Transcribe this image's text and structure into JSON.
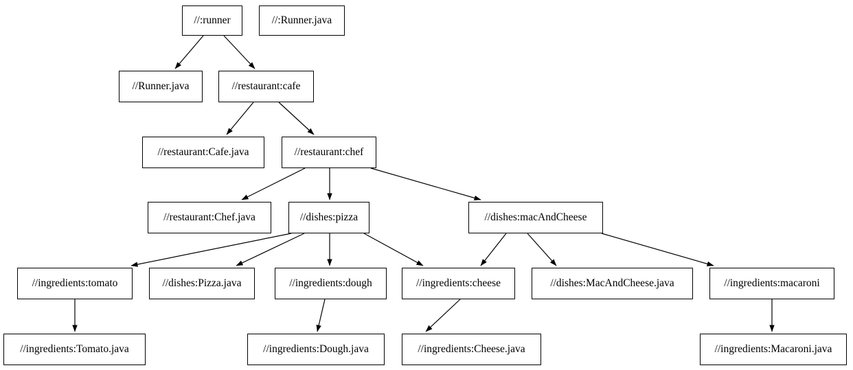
{
  "diagram": {
    "type": "dependency-graph",
    "background_color": "#ffffff",
    "node_fill_color": "#ffffff",
    "node_border_color": "#000000",
    "edge_color": "#000000",
    "nodes": [
      {
        "id": "runner",
        "label": "//:runner"
      },
      {
        "id": "colon-runner-java",
        "label": "//:Runner.java"
      },
      {
        "id": "runner-java",
        "label": "//Runner.java"
      },
      {
        "id": "cafe",
        "label": "//restaurant:cafe"
      },
      {
        "id": "cafe-java",
        "label": "//restaurant:Cafe.java"
      },
      {
        "id": "chef",
        "label": "//restaurant:chef"
      },
      {
        "id": "chef-java",
        "label": "//restaurant:Chef.java"
      },
      {
        "id": "pizza",
        "label": "//dishes:pizza"
      },
      {
        "id": "mac-and-cheese",
        "label": "//dishes:macAndCheese"
      },
      {
        "id": "tomato",
        "label": "//ingredients:tomato"
      },
      {
        "id": "pizza-java",
        "label": "//dishes:Pizza.java"
      },
      {
        "id": "dough",
        "label": "//ingredients:dough"
      },
      {
        "id": "cheese",
        "label": "//ingredients:cheese"
      },
      {
        "id": "mac-and-cheese-java",
        "label": "//dishes:MacAndCheese.java"
      },
      {
        "id": "macaroni",
        "label": "//ingredients:macaroni"
      },
      {
        "id": "tomato-java",
        "label": "//ingredients:Tomato.java"
      },
      {
        "id": "dough-java",
        "label": "//ingredients:Dough.java"
      },
      {
        "id": "cheese-java",
        "label": "//ingredients:Cheese.java"
      },
      {
        "id": "macaroni-java",
        "label": "//ingredients:Macaroni.java"
      }
    ],
    "edges": [
      {
        "from": "runner",
        "to": "runner-java"
      },
      {
        "from": "runner",
        "to": "cafe"
      },
      {
        "from": "cafe",
        "to": "cafe-java"
      },
      {
        "from": "cafe",
        "to": "chef"
      },
      {
        "from": "chef",
        "to": "chef-java"
      },
      {
        "from": "chef",
        "to": "pizza"
      },
      {
        "from": "chef",
        "to": "mac-and-cheese"
      },
      {
        "from": "pizza",
        "to": "tomato"
      },
      {
        "from": "pizza",
        "to": "pizza-java"
      },
      {
        "from": "pizza",
        "to": "dough"
      },
      {
        "from": "pizza",
        "to": "cheese"
      },
      {
        "from": "mac-and-cheese",
        "to": "cheese"
      },
      {
        "from": "mac-and-cheese",
        "to": "mac-and-cheese-java"
      },
      {
        "from": "mac-and-cheese",
        "to": "macaroni"
      },
      {
        "from": "tomato",
        "to": "tomato-java"
      },
      {
        "from": "dough",
        "to": "dough-java"
      },
      {
        "from": "cheese",
        "to": "cheese-java"
      },
      {
        "from": "macaroni",
        "to": "macaroni-java"
      }
    ]
  }
}
